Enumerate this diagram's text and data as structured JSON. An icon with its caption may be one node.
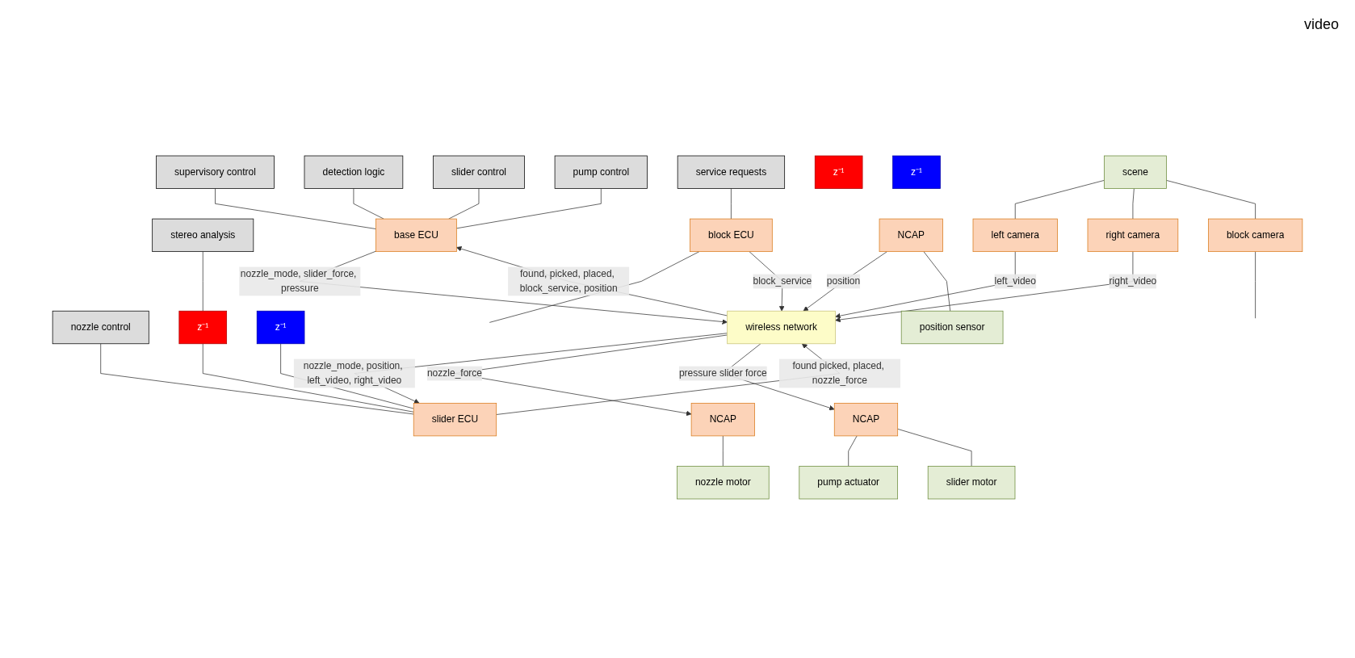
{
  "diagram": {
    "nodes": [
      {
        "text": [
          "supervisory control"
        ]
      },
      {
        "text": [
          "detection logic"
        ]
      },
      {
        "text": [
          "nozzle control"
        ]
      },
      {
        "text": [
          "z⁻¹"
        ]
      },
      {
        "text": [
          "stereo analysis"
        ]
      },
      {
        "text": [
          "slider control"
        ]
      },
      {
        "text": [
          "pump control"
        ]
      },
      {
        "text": [
          "z⁻¹"
        ]
      },
      {
        "text": [
          "service requests"
        ]
      },
      {
        "text": [
          "slider ECU"
        ]
      },
      {
        "text": [
          "base ECU"
        ]
      },
      {
        "text": [
          "block ECU"
        ]
      },
      {
        "text": [
          "wireless network"
        ]
      },
      {
        "text": [
          "z⁻¹"
        ]
      },
      {
        "text": [
          "z⁻¹"
        ]
      },
      {
        "text": [
          "NCAP"
        ]
      },
      {
        "text": [
          "NCAP"
        ]
      },
      {
        "text": [
          "NCAP"
        ]
      },
      {
        "text": [
          "left camera"
        ]
      },
      {
        "text": [
          "right camera"
        ]
      },
      {
        "text": [
          "block camera"
        ]
      },
      {
        "text": [
          "nozzle motor"
        ]
      },
      {
        "text": [
          "pump actuator"
        ]
      },
      {
        "text": [
          "slider motor"
        ]
      },
      {
        "text": [
          "position sensor"
        ]
      },
      {
        "text": [
          "scene"
        ]
      }
    ],
    "edges": [
      {
        "from": 0,
        "to": 10,
        "arrow": "none"
      },
      {
        "from": 1,
        "to": 10,
        "arrow": "none"
      },
      {
        "from": 5,
        "to": 10,
        "arrow": "none"
      },
      {
        "from": 6,
        "to": 10,
        "arrow": "none"
      },
      {
        "from": 2,
        "to": 9,
        "arrow": "none"
      },
      {
        "from": 4,
        "to": 3,
        "arrow": "none"
      },
      {
        "from": 3,
        "to": 9,
        "arrow": "none"
      },
      {
        "from": 7,
        "to": 9,
        "arrow": "none"
      },
      {
        "from": 8,
        "to": 11,
        "arrow": "none"
      },
      {
        "from": 11,
        "to": null,
        "arrow": "none"
      },
      {
        "from": 9,
        "to": 12,
        "arrow": "to",
        "label": "found picked, placed, nozzle_force"
      },
      {
        "from": 12,
        "to": 9,
        "arrow": "to",
        "label": "nozzle_mode, position, left_video, right_video"
      },
      {
        "from": 10,
        "to": 12,
        "arrow": "to",
        "label": "nozzle_mode, slider_force, pressure"
      },
      {
        "from": 12,
        "to": 10,
        "arrow": "to",
        "label": "found, picked, placed, block_service, position"
      },
      {
        "from": 11,
        "to": 12,
        "arrow": "to",
        "label": "block_service"
      },
      {
        "from": 12,
        "to": 15,
        "arrow": "to",
        "label": "nozzle_force"
      },
      {
        "from": 12,
        "to": 16,
        "arrow": "to",
        "label": "pressure slider force"
      },
      {
        "from": 17,
        "to": 12,
        "arrow": "to",
        "label": "position"
      },
      {
        "from": 18,
        "to": 12,
        "arrow": "to",
        "label": "left_video"
      },
      {
        "from": 19,
        "to": 12,
        "arrow": "to",
        "label": "right_video"
      },
      {
        "from": 20,
        "to": null,
        "arrow": "none"
      },
      {
        "from": 15,
        "to": 21,
        "arrow": "none"
      },
      {
        "from": 16,
        "to": 22,
        "arrow": "none"
      },
      {
        "from": 16,
        "to": 23,
        "arrow": "none"
      },
      {
        "from": 17,
        "to": 24,
        "arrow": "none"
      },
      {
        "from": 25,
        "to": 18,
        "arrow": "none"
      },
      {
        "from": 25,
        "to": 19,
        "arrow": "none"
      },
      {
        "from": 25,
        "to": 20,
        "arrow": "none"
      }
    ],
    "labels": [
      "video"
    ]
  }
}
